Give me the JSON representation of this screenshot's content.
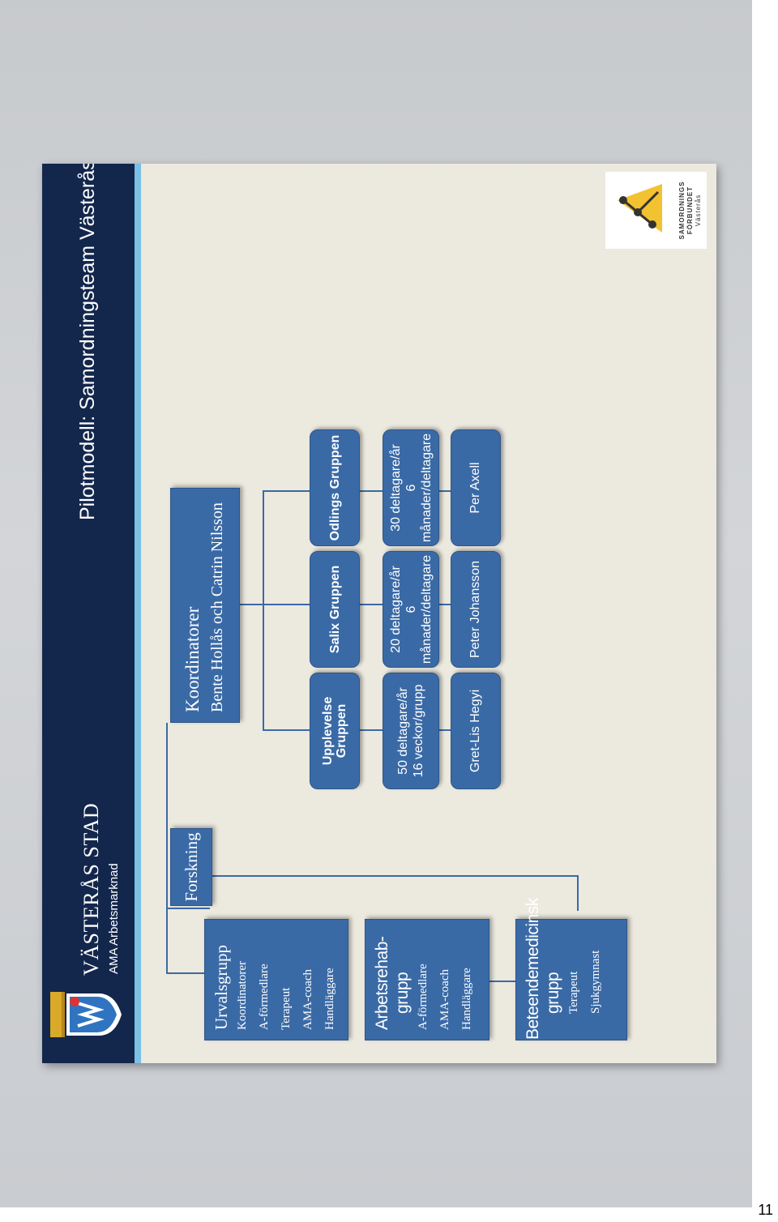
{
  "slide": {
    "header": {
      "city_name": "VÄSTERÅS STAD",
      "city_sub": "AMA Arbetsmarknad",
      "title": "Pilotmodell: Samordningsteam Västerås",
      "colors": {
        "header_bg": "#13274d",
        "stripe": "#7cc0e6",
        "node": "#3a6aa6",
        "slide_bg": "#ece9df"
      }
    },
    "left_groups": [
      {
        "head": "Urvalsgrupp",
        "lines": [
          "Koordinatorer",
          "A-förmedlare",
          "Terapeut",
          "AMA-coach",
          "Handläggare"
        ]
      },
      {
        "head": "Arbetsrehab-grupp",
        "head_lines": [
          "Arbetsrehab-",
          "grupp"
        ],
        "lines": [
          "A-förmedlare",
          "AMA-coach",
          "Handläggare"
        ]
      },
      {
        "head": "Beteendemedicinsk grupp",
        "head_lines": [
          "Beteendemedicinsk",
          "grupp"
        ],
        "lines": [
          "Terapeut",
          "Sjukgymnast"
        ]
      }
    ],
    "forskning": "Forskning",
    "koordinatorer": {
      "title": "Koordinatorer",
      "names": "Bente Hollås och Catrin Nilsson"
    },
    "groups": [
      {
        "name_lines": [
          "Upplevelse",
          "Gruppen"
        ],
        "info": [
          "50 deltagare/år",
          "16 veckor/grupp"
        ],
        "person": "Gret-Lis Hegyi"
      },
      {
        "name_lines": [
          "Salix Gruppen"
        ],
        "info": [
          "20 deltagare/år",
          "6 månader/deltagare"
        ],
        "person": "Peter Johansson"
      },
      {
        "name_lines": [
          "Odlings Gruppen"
        ],
        "info": [
          "30 deltagare/år",
          "6 månader/deltagare"
        ],
        "person": "Per Axell"
      }
    ],
    "logo": {
      "line1": "SAMORDNINGS",
      "line2": "FÖRBUNDET",
      "line3": "Västerås"
    }
  },
  "page_number": "11"
}
